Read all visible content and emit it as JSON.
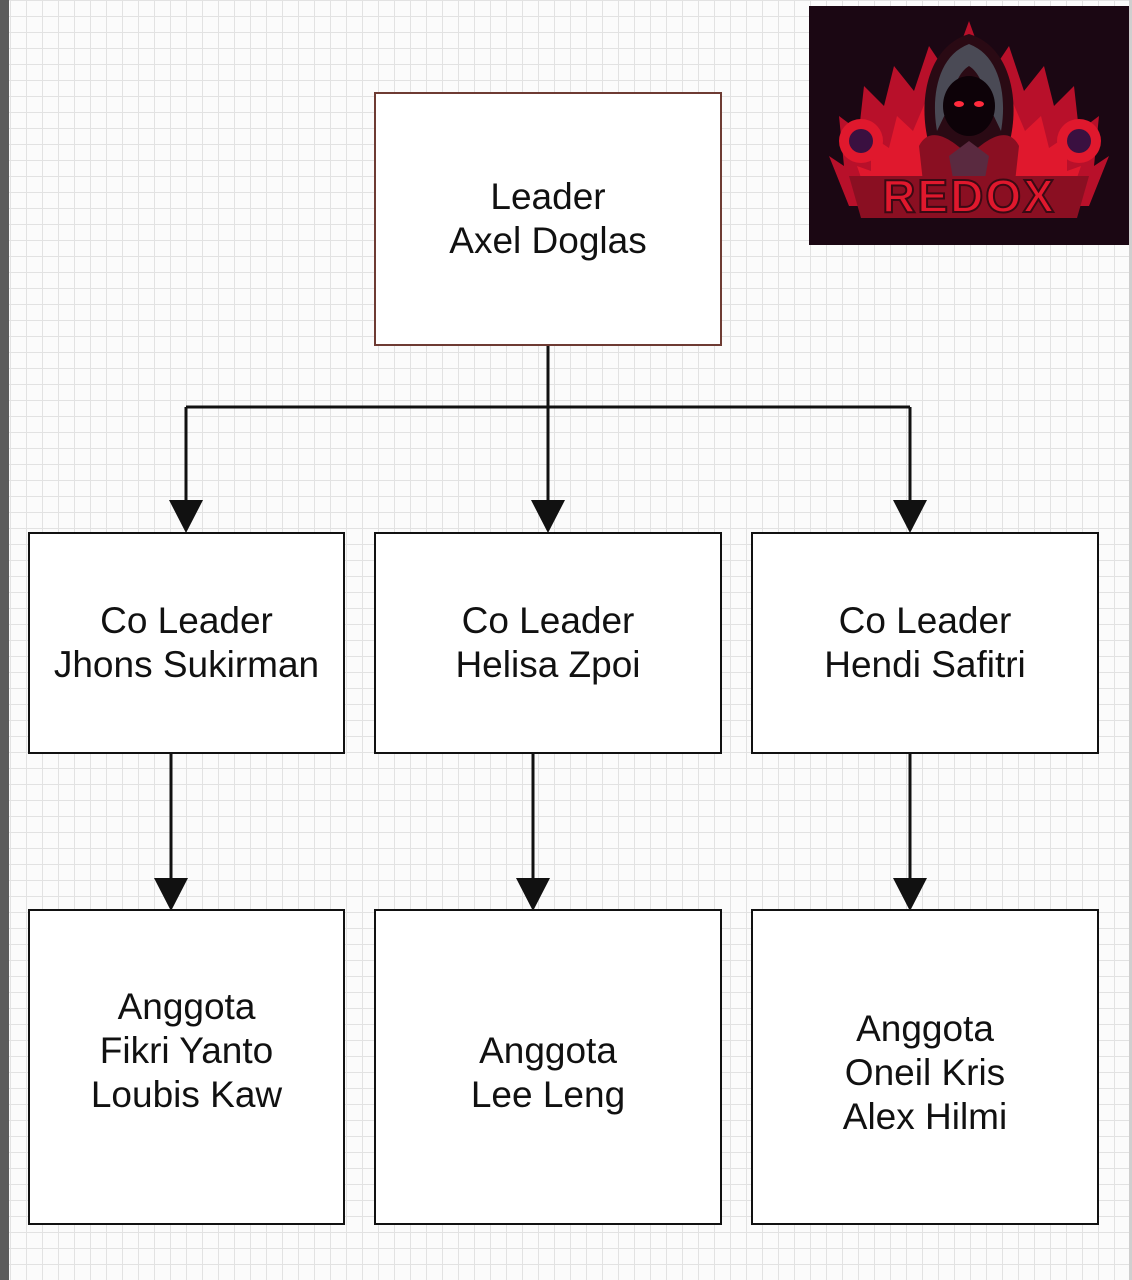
{
  "diagram": {
    "leader": {
      "role": "Leader",
      "name": "Axel Doglas"
    },
    "co_leaders": [
      {
        "role": "Co Leader",
        "name": "Jhons Sukirman"
      },
      {
        "role": "Co Leader",
        "name": "Helisa Zpoi"
      },
      {
        "role": "Co Leader",
        "name": "Hendi Safitri"
      }
    ],
    "members": [
      {
        "role": "Anggota",
        "names": [
          "Fikri Yanto",
          "Loubis Kaw"
        ]
      },
      {
        "role": "Anggota",
        "names": [
          "Lee Leng"
        ]
      },
      {
        "role": "Anggota",
        "names": [
          "Oneil Kris",
          "Alex Hilmi"
        ]
      }
    ]
  },
  "logo": {
    "text": "REDOX",
    "icon": "hooded-warrior-mascot-icon",
    "colors": {
      "background": "#1b0713",
      "primary": "#e0182d",
      "dark": "#3a0a14"
    }
  },
  "colors": {
    "line": "#111111",
    "leader_border": "#6e3b33",
    "grid": "#e2e2e2"
  }
}
